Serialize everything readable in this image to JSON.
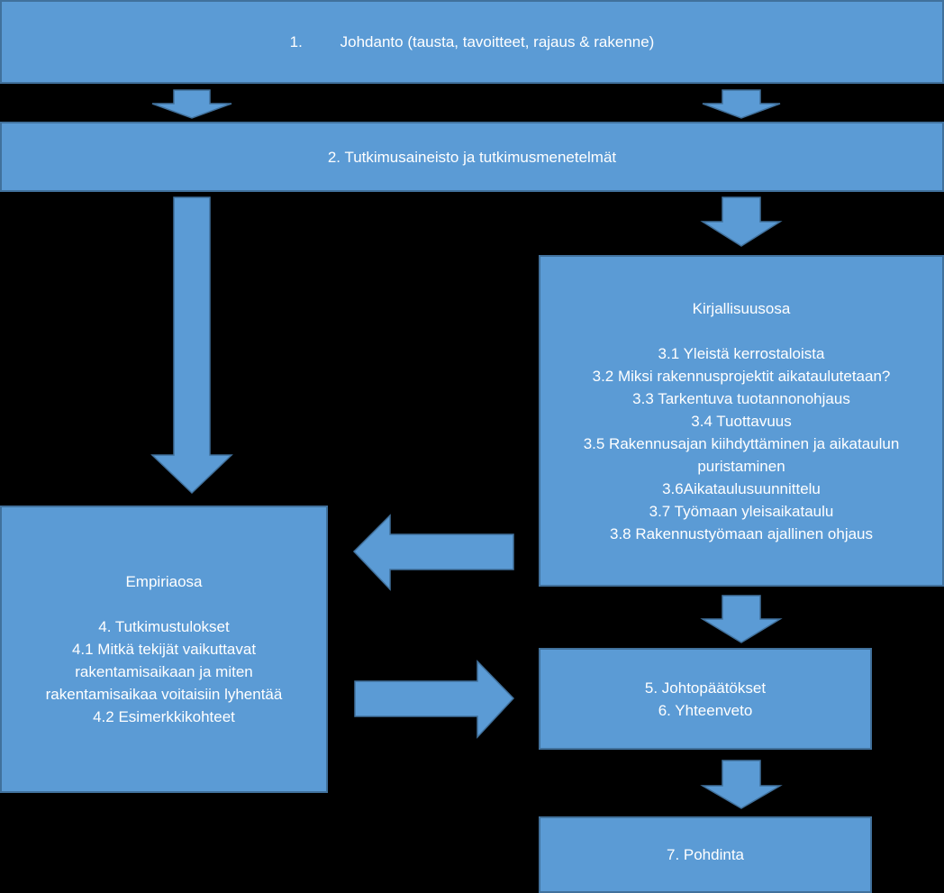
{
  "colors": {
    "background": "#000000",
    "box_fill": "#5b9bd5",
    "box_border": "#41719c",
    "text": "#ffffff"
  },
  "intro": {
    "number": "1.",
    "text": "Johdanto (tausta, tavoitteet, rajaus & rakenne)"
  },
  "methods": {
    "text": "2. Tutkimusaineisto ja tutkimusmenetelmät"
  },
  "literature": {
    "heading": "Kirjallisuusosa",
    "items": [
      "3.1 Yleistä kerrostaloista",
      "3.2 Miksi rakennusprojektit aikataulutetaan?",
      "3.3 Tarkentuva tuotannonohjaus",
      "3.4 Tuottavuus",
      "3.5 Rakennusajan kiihdyttäminen ja aikataulun",
      "puristaminen",
      "3.6Aikataulusuunnittelu",
      "3.7 Työmaan yleisaikataulu",
      "3.8 Rakennustyömaan ajallinen ohjaus"
    ]
  },
  "empirical": {
    "heading": "Empiriaosa",
    "items": [
      "4. Tutkimustulokset",
      "4.1 Mitkä tekijät vaikuttavat",
      "rakentamisaikaan ja miten",
      "rakentamisaikaa voitaisiin lyhentää",
      "4.2 Esimerkkikohteet"
    ]
  },
  "conclusions": {
    "items": [
      "5. Johtopäätökset",
      "6. Yhteenveto"
    ]
  },
  "discussion": {
    "text": "7. Pohdinta"
  }
}
